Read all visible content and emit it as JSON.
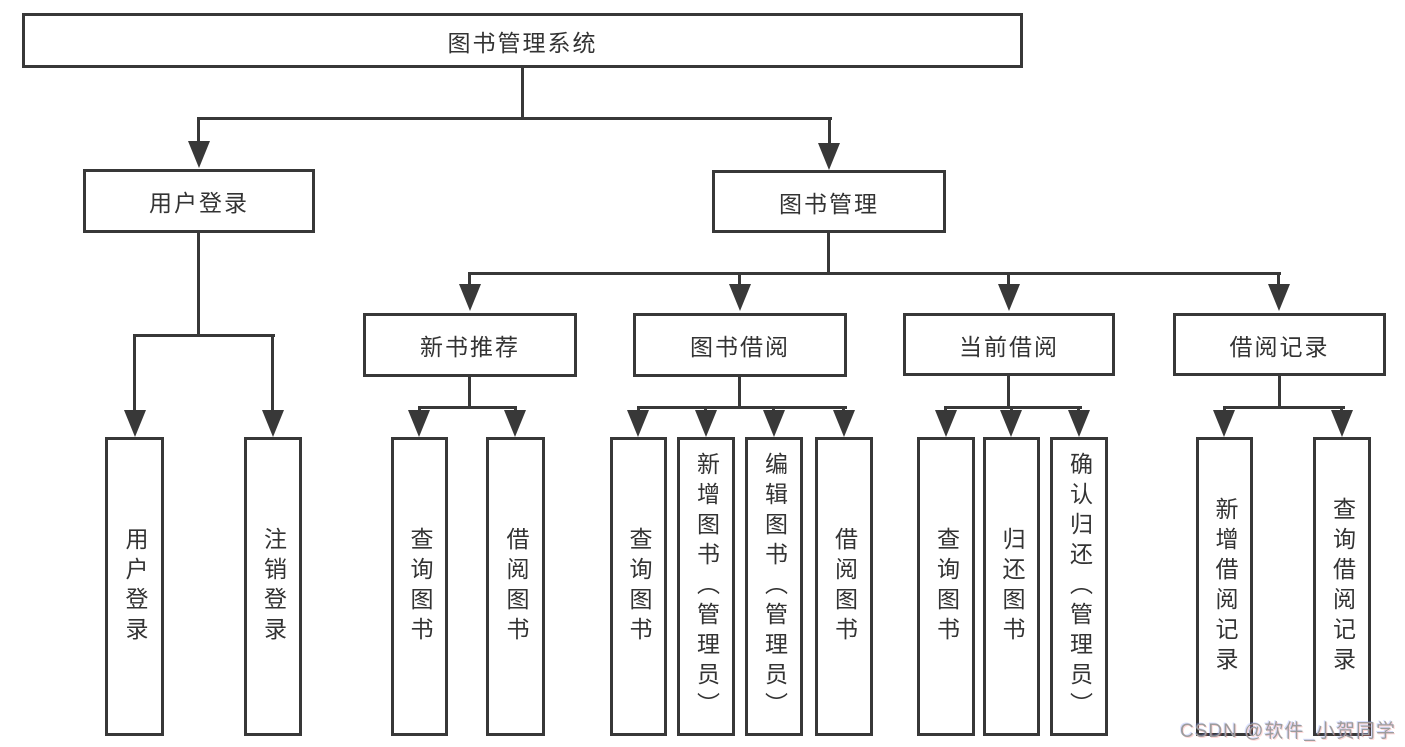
{
  "diagram": {
    "type": "hierarchy-tree",
    "colors": {
      "line": "#383838",
      "border": "#383838",
      "text": "#333333",
      "background": "#ffffff",
      "watermark": "#9c9c9c"
    },
    "tree": {
      "root": {
        "label": "图书管理系统"
      },
      "branches": [
        {
          "label": "用户登录",
          "children": [
            {
              "label": "用户登录"
            },
            {
              "label": "注销登录"
            }
          ]
        },
        {
          "label": "图书管理",
          "children": [
            {
              "label": "新书推荐",
              "children": [
                {
                  "label": "查询图书"
                },
                {
                  "label": "借阅图书"
                }
              ]
            },
            {
              "label": "图书借阅",
              "children": [
                {
                  "label": "查询图书"
                },
                {
                  "label": "新增图书（管理员）"
                },
                {
                  "label": "编辑图书（管理员）"
                },
                {
                  "label": "借阅图书"
                }
              ]
            },
            {
              "label": "当前借阅",
              "children": [
                {
                  "label": "查询图书"
                },
                {
                  "label": "归还图书"
                },
                {
                  "label": "确认归还（管理员）"
                }
              ]
            },
            {
              "label": "借阅记录",
              "children": [
                {
                  "label": "新增借阅记录"
                },
                {
                  "label": "查询借阅记录"
                }
              ]
            }
          ]
        }
      ]
    },
    "watermark": {
      "text": "CSDN @软件_小贺同学"
    }
  }
}
